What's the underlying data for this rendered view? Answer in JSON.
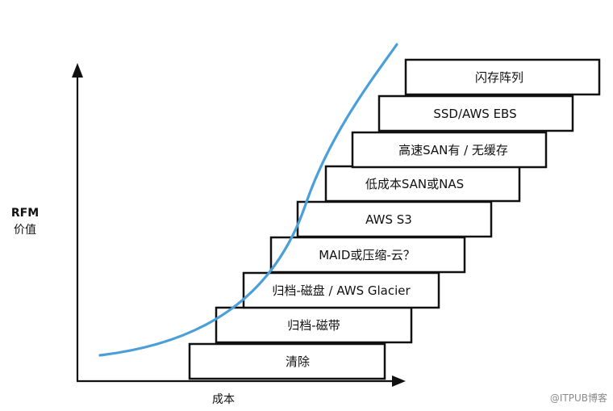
{
  "axes": {
    "y_label_line1": "RFM",
    "y_label_line2": "价值",
    "x_label": "成本"
  },
  "steps": [
    {
      "label": "清除"
    },
    {
      "label": "归档-磁带"
    },
    {
      "label": "归档-磁盘 / AWS Glacier"
    },
    {
      "label": "MAID或压缩-云？"
    },
    {
      "label": "AWS S3"
    },
    {
      "label": "低成本SAN或NAS"
    },
    {
      "label": "高速SAN有 / 无缓存"
    },
    {
      "label": "SSD/AWS EBS"
    },
    {
      "label": "闪存阵列"
    }
  ],
  "curve_color": "#4a9fd8",
  "watermark": "@ITPUB博客"
}
